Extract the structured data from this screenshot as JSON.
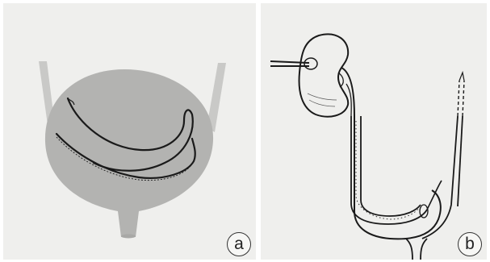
{
  "figure": {
    "panels": [
      {
        "id": "a",
        "label": "a",
        "content": "bladder"
      },
      {
        "id": "b",
        "label": "b",
        "content": "kidney-ureter-bladder"
      }
    ]
  },
  "colors": {
    "paper": "#efefed",
    "bladder_fill": "#b3b3b1",
    "ureter_fill": "#c9c9c7",
    "line": "#1a1a1a"
  }
}
